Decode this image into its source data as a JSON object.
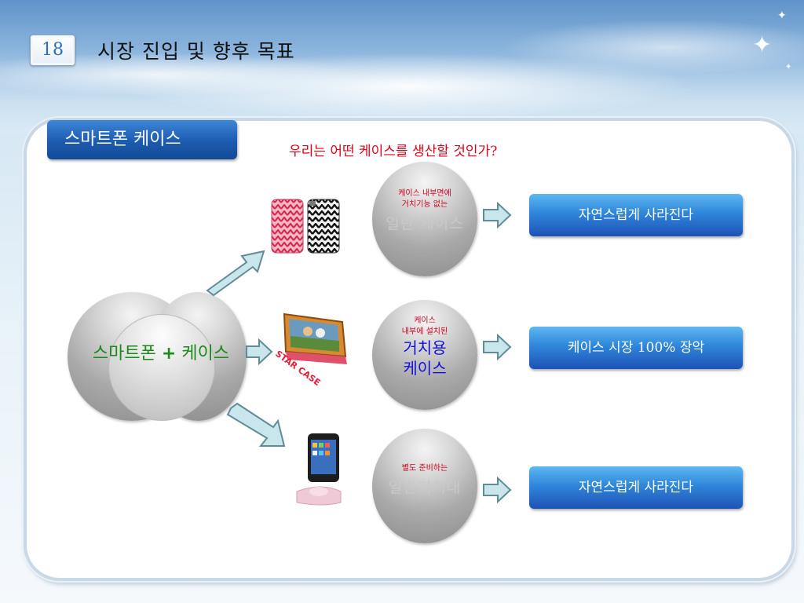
{
  "slide": {
    "number": "18",
    "title": "시장 진입 및 향후 목표"
  },
  "section": {
    "tab_label": "스마트폰 케이스"
  },
  "question": "우리는 어떤 케이스를 생산할 것인가?",
  "venn": {
    "left_text": "스마트폰",
    "plus": "+",
    "right_text": "케이스"
  },
  "options": [
    {
      "small_lines": [
        "케이스 내부면에",
        "거치기능 없는"
      ],
      "big_label": "일반 케이스",
      "result": "자연스럽게  사라진다"
    },
    {
      "small_lines": [
        "케이스",
        "내부에 설치된"
      ],
      "big_lines": [
        "거치용",
        "케이스"
      ],
      "result": "케이스 시장  100%  장악"
    },
    {
      "small_lines": [
        "별도 준비하는"
      ],
      "big_label": "일반거치대",
      "result": "자연스럽게  사라진다"
    }
  ],
  "product_images": {
    "image1": "patterned-phone-cases",
    "image2": {
      "label": "STAR CASE"
    },
    "image3": "phone-on-dock-stand"
  },
  "colors": {
    "accent_blue": "#1c5bb0",
    "question_red": "#e0001a",
    "venn_green": "#1a8a1a",
    "highlight_blue": "#1410d8"
  }
}
